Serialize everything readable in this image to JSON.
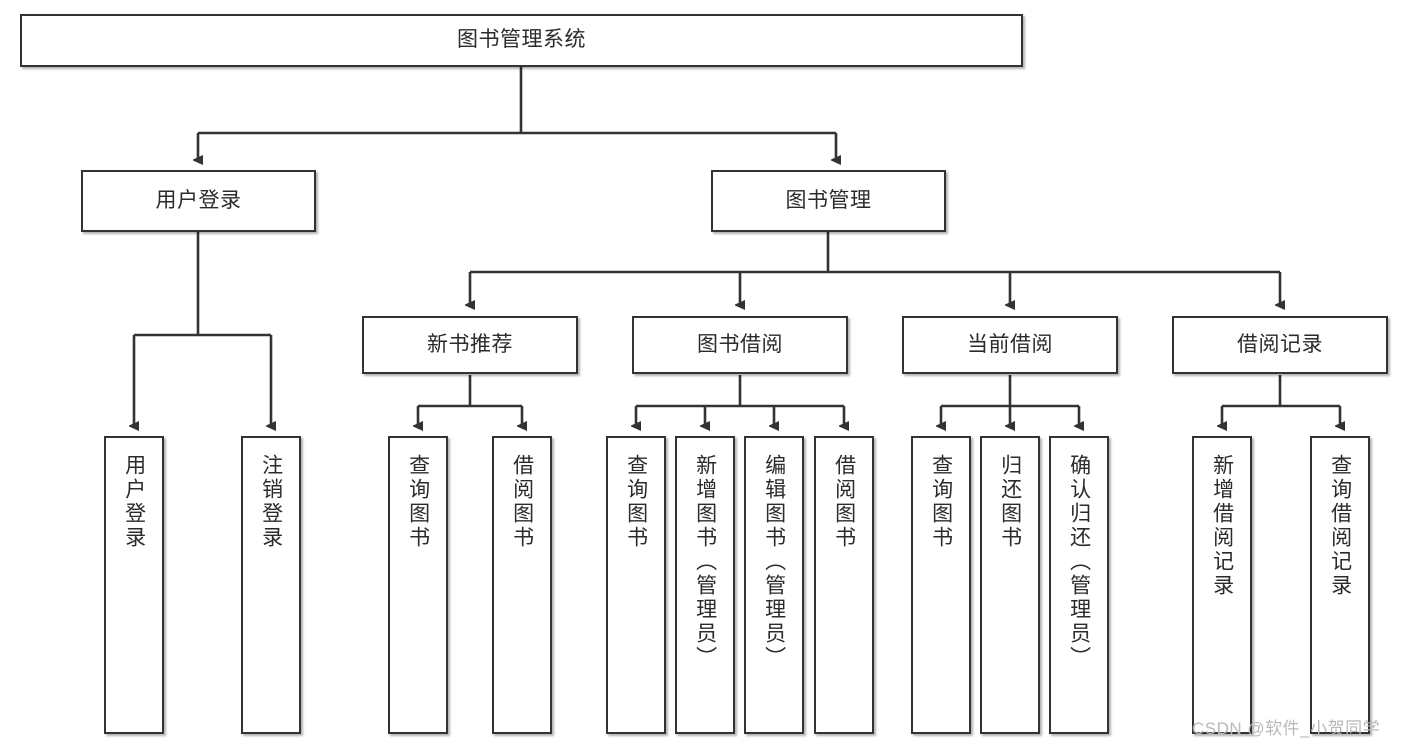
{
  "diagram": {
    "type": "hierarchy-tree",
    "title": "图书管理系统",
    "levels": 4,
    "nodes": {
      "root": {
        "label": "图书管理系统"
      },
      "l2": [
        {
          "id": "user-login",
          "label": "用户登录"
        },
        {
          "id": "book-manage",
          "label": "图书管理"
        }
      ],
      "l3": [
        {
          "id": "new-book-recommend",
          "label": "新书推荐"
        },
        {
          "id": "book-borrow",
          "label": "图书借阅"
        },
        {
          "id": "current-borrow",
          "label": "当前借阅"
        },
        {
          "id": "borrow-record",
          "label": "借阅记录"
        }
      ],
      "leaves": [
        {
          "id": "leaf-user-login",
          "label": "用户登录",
          "parent": "user-login"
        },
        {
          "id": "leaf-logout",
          "label": "注销登录",
          "parent": "user-login"
        },
        {
          "id": "leaf-query-book-1",
          "label": "查询图书",
          "parent": "new-book-recommend"
        },
        {
          "id": "leaf-borrow-book-1",
          "label": "借阅图书",
          "parent": "new-book-recommend"
        },
        {
          "id": "leaf-query-book-2",
          "label": "查询图书",
          "parent": "book-borrow"
        },
        {
          "id": "leaf-add-book",
          "label": "新增图书（管理员）",
          "parent": "book-borrow"
        },
        {
          "id": "leaf-edit-book",
          "label": "编辑图书（管理员）",
          "parent": "book-borrow"
        },
        {
          "id": "leaf-borrow-book-2",
          "label": "借阅图书",
          "parent": "book-borrow"
        },
        {
          "id": "leaf-query-book-3",
          "label": "查询图书",
          "parent": "current-borrow"
        },
        {
          "id": "leaf-return-book",
          "label": "归还图书",
          "parent": "current-borrow"
        },
        {
          "id": "leaf-confirm-return",
          "label": "确认归还（管理员）",
          "parent": "current-borrow"
        },
        {
          "id": "leaf-add-record",
          "label": "新增借阅记录",
          "parent": "borrow-record"
        },
        {
          "id": "leaf-query-record",
          "label": "查询借阅记录",
          "parent": "borrow-record"
        }
      ]
    },
    "colors": {
      "box_border": "#333333",
      "box_fill": "#ffffff",
      "connector": "#333333",
      "text": "#2b2b2b",
      "watermark": "#b9b9b9"
    }
  },
  "watermark": {
    "text": "CSDN @软件_小贺同学"
  }
}
